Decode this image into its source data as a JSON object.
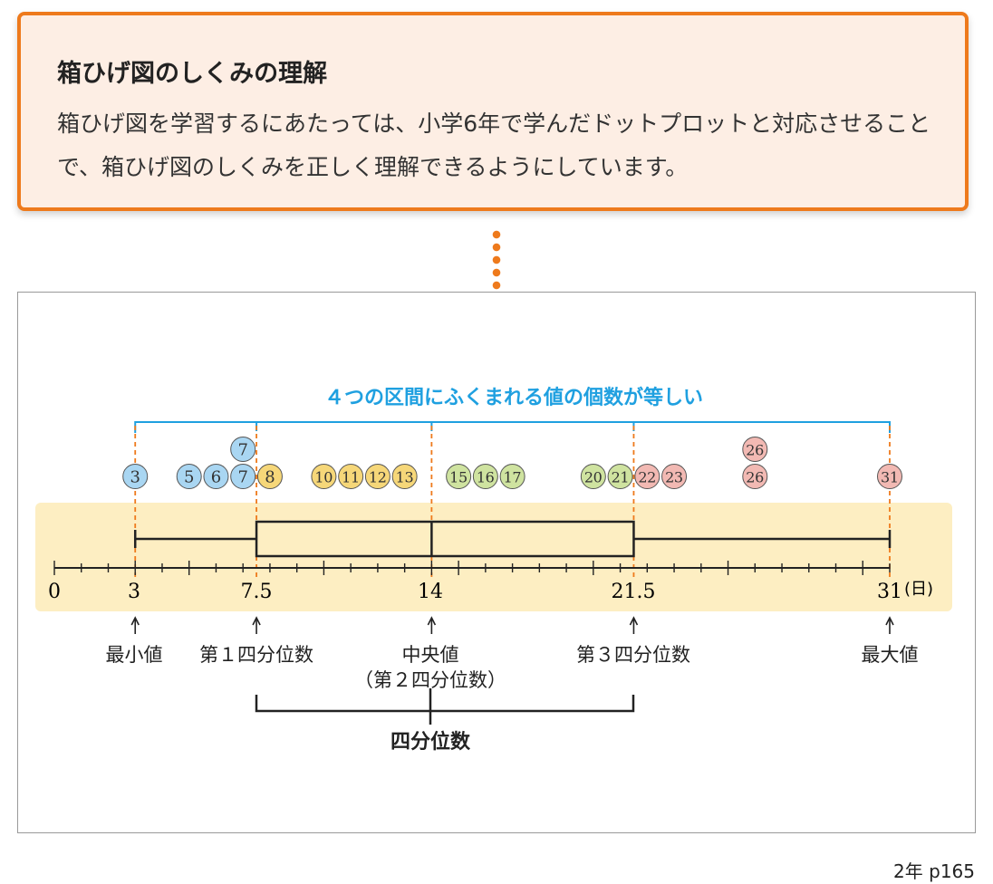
{
  "callout": {
    "title": "箱ひげ図のしくみの理解",
    "body": "箱ひげ図を学習するにあたっては、小学6年で学んだドットプロットと対応させることで、箱ひげ図のしくみを正しく理解できるようにしています。"
  },
  "diagram": {
    "interval_caption": "４つの区間にふくまれる値の個数が等しい",
    "unit": "(日)",
    "axis_min": 0,
    "axis_max": 31,
    "axis_labels": [
      "0",
      "3",
      "7.5",
      "14",
      "21.5",
      "31"
    ],
    "five_numbers": {
      "min": 3,
      "q1": 7.5,
      "median": 14,
      "q3": 21.5,
      "max": 31
    },
    "dots": [
      3,
      5,
      6,
      7,
      7,
      8,
      10,
      11,
      12,
      13,
      15,
      16,
      17,
      20,
      21,
      22,
      23,
      26,
      26,
      31
    ],
    "dot_colors": {
      "q1": "#a9d6f2",
      "q2": "#f6d779",
      "q3": "#cfe3a0",
      "q4": "#f2b9b3"
    },
    "labels": {
      "min": "最小値",
      "q1": "第１四分位数",
      "median": "中央値",
      "median_sub": "（第２四分位数）",
      "q3": "第３四分位数",
      "max": "最大値",
      "quartiles": "四分位数"
    }
  },
  "footer": "2年 p165"
}
